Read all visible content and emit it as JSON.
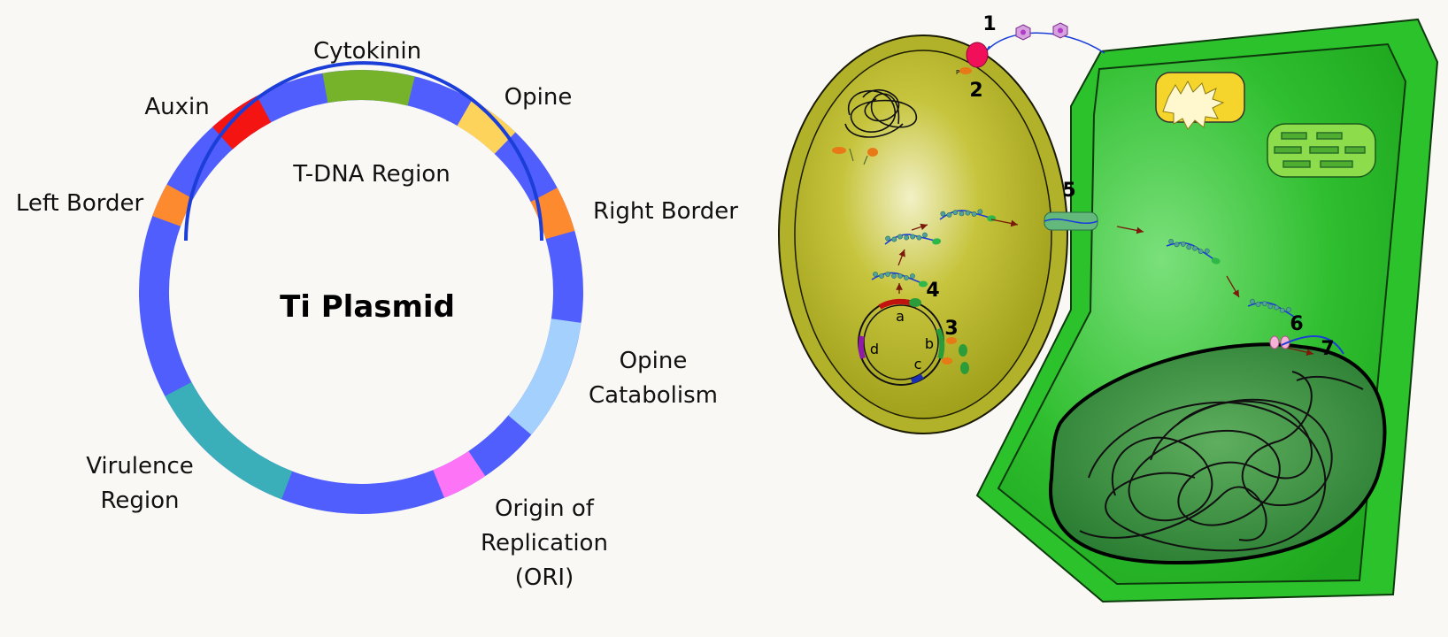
{
  "plasmid": {
    "title": "Ti Plasmid",
    "tdna_label": "T-DNA Region",
    "labels": {
      "cytokinin": "Cytokinin",
      "auxin": "Auxin",
      "opine": "Opine",
      "left_border": "Left Border",
      "right_border": "Right Border",
      "opine_catabolism_1": "Opine",
      "opine_catabolism_2": "Catabolism",
      "virulence_1": "Virulence",
      "virulence_2": "Region",
      "ori_1": "Origin of",
      "ori_2": "Replication",
      "ori_3": "(ORI)"
    },
    "colors": {
      "backbone": "#4f5efc",
      "cytokinin": "#76b32b",
      "auxin": "#f41513",
      "opine": "#fdd35c",
      "border": "#fd8a2e",
      "opine_catabolism": "#a3d0fd",
      "virulence": "#3aaeb9",
      "ori": "#fd74f6",
      "tdna_arc": "#1c3ed8"
    }
  },
  "infection": {
    "steps": [
      "1",
      "2",
      "3",
      "4",
      "5",
      "6",
      "7"
    ],
    "mini_plasmid_letters": [
      "a",
      "b",
      "c",
      "d"
    ],
    "colors": {
      "bacterium": "#b2b12a",
      "plant_cell": "#2bbd2b",
      "nucleus": "#2e8f36",
      "vacuole": "#f5d42c",
      "chloroplast": "#8cdc4c"
    }
  }
}
